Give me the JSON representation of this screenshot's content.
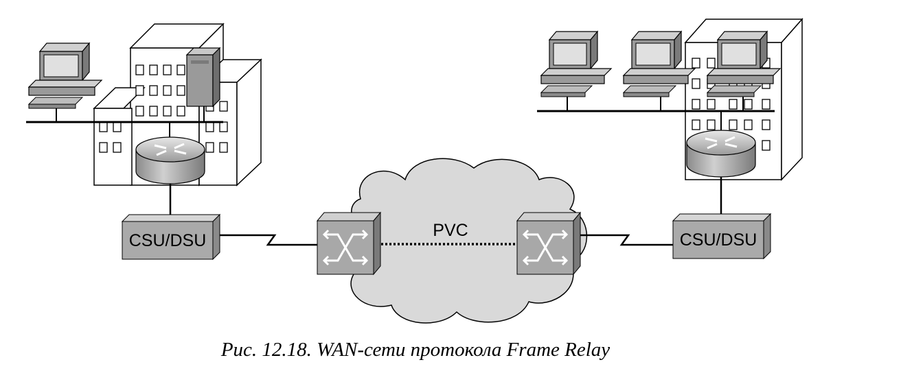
{
  "diagram": {
    "left_site": {
      "csu_label": "CSU/DSU"
    },
    "right_site": {
      "csu_label": "CSU/DSU"
    },
    "cloud": {
      "pvc_label": "PVC"
    },
    "colors": {
      "cloud_fill": "#d9d9d9",
      "device_gray": "#a8a8a8",
      "building_fill": "#ffffff",
      "line": "#000000"
    },
    "icons": [
      "workstation-icon",
      "server-icon",
      "building-icon",
      "router-icon",
      "csu-dsu-icon",
      "frame-relay-switch-icon",
      "cloud-icon"
    ]
  },
  "caption": "Рис. 12.18. WAN-сети протокола Frame Relay"
}
